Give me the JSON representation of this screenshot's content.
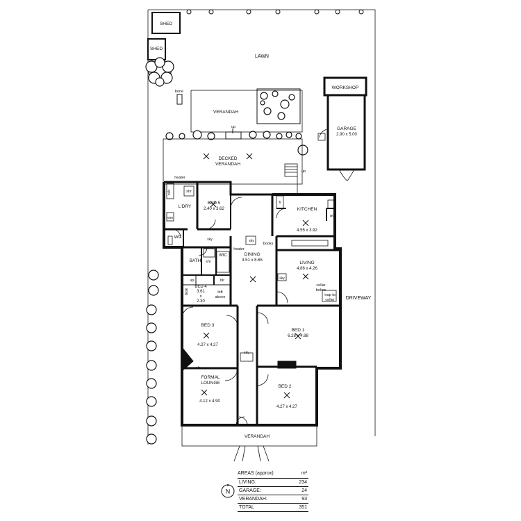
{
  "labels": {
    "shed1": "SHED",
    "shed2": "SHED",
    "lawn": "LAWN",
    "workshop": "WORKSHOP",
    "garage_name": "GARAGE",
    "garage_dims": "2.90 x 5.00",
    "bone": "bone",
    "verandah_rear": "VERANDAH",
    "up1": "up",
    "up2": "up",
    "decked1": "DECKED",
    "decked2": "VERANDAH",
    "heater1": "heater",
    "cub": "cub",
    "shr1": "shr",
    "ldry": "L'DRY",
    "wm": "wm",
    "bed5_name": "BED 5",
    "bed5_dims": "2.40 x 3.62",
    "fr": "fr",
    "kitchen_name": "KITCHEN",
    "kitchen_dims": "4.55 x 3.92",
    "wo": "wo",
    "wc": "WC",
    "sky1": "sky",
    "sky2": "sky",
    "books": "books",
    "heater2": "heater",
    "dining_name": "DINING",
    "dining_dims": "3.51 x 8.65",
    "bath": "BATH",
    "shr2": "shr",
    "wic": "WIC",
    "living_name": "LIVING",
    "living_dims": "4.86 x 4.26",
    "sky3": "sky",
    "up3": "up",
    "blr": "blr",
    "desk": "desk",
    "bed4_name": "BED 4",
    "bed4_d1": "3.61",
    "bed4_d2": "x",
    "bed4_d3": "2.30",
    "loft1": "loft",
    "loft2": "above",
    "cellar1": "cellar",
    "cellar2": "below",
    "trap1": "trap to",
    "trap2": "cellar",
    "driveway": "DRIVEWAY",
    "bed3_name": "BED 3",
    "bed3_dims": "4.27 x 4.27",
    "bed1_name": "BED 1",
    "bed1_dims": "6.28 x 4.88",
    "sky4": "sky",
    "ac": "a/c",
    "formal1": "FORMAL",
    "formal2": "LOUNGE",
    "formal_dims": "4.12 x 4.90",
    "bed2_name": "BED 2",
    "bed2_dims": "4.27 x 4.27",
    "verandah_front": "VERANDAH"
  },
  "areas": {
    "title": "AREAS (approx)",
    "unit": "m²",
    "rows": [
      {
        "label": "LIVING:",
        "value": "234"
      },
      {
        "label": "GARAGE:",
        "value": "24"
      },
      {
        "label": "VERANDAH:",
        "value": "93"
      },
      {
        "label": "TOTAL",
        "value": "351"
      }
    ]
  },
  "north_label": "N",
  "colors": {
    "line": "#111111",
    "background": "#ffffff"
  }
}
